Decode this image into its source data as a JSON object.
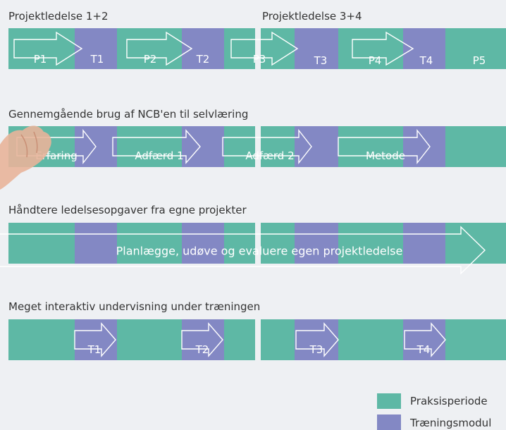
{
  "rows": [
    {
      "headings": [
        "Projektledelse 1+2",
        "Projektledelse 3+4"
      ],
      "labels": [
        "P1",
        "T1",
        "P2",
        "T2",
        "P3",
        "T3",
        "P4",
        "T4",
        "P5"
      ]
    },
    {
      "heading": "Gennemgående brug af NCB'en til selvlæring",
      "labels": [
        "Erfaring",
        "Adfærd 1",
        "Adfærd 2",
        "Metode"
      ]
    },
    {
      "heading": "Håndtere ledelsesopgaver fra egne projekter",
      "labels": [
        "Planlægge, udøve og evaluere egen projektledelse"
      ]
    },
    {
      "heading": "Meget interaktiv undervisning under træningen",
      "labels": [
        "T1",
        "T2",
        "T3",
        "T4"
      ]
    }
  ],
  "legend": {
    "items": [
      {
        "label": "Praksisperiode",
        "color": "#5eb8a5"
      },
      {
        "label": "Træningsmodul",
        "color": "#8388c4"
      }
    ]
  },
  "colors": {
    "praksis": "#5eb8a5",
    "training": "#8388c4"
  }
}
